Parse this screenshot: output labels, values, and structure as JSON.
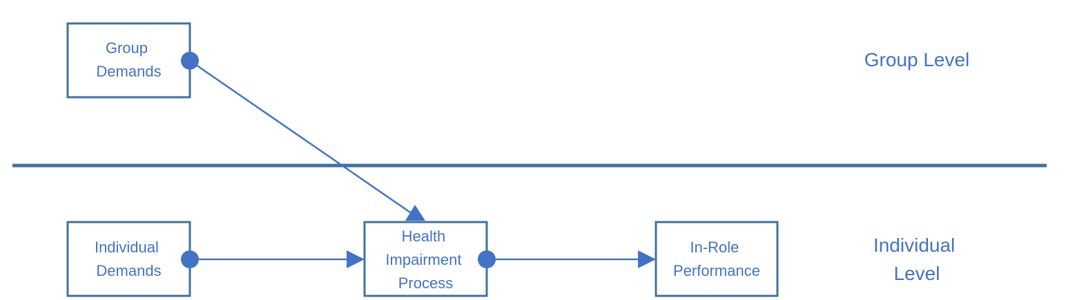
{
  "nodes": [
    {
      "id": "group-demands",
      "lines": [
        "Group",
        "Demands"
      ]
    },
    {
      "id": "individual-demands",
      "lines": [
        "Individual",
        "Demands"
      ]
    },
    {
      "id": "health-impairment-process",
      "lines": [
        "Health",
        "Impairment",
        "Process"
      ]
    },
    {
      "id": "in-role-performance",
      "lines": [
        "In-Role",
        "Performance"
      ]
    }
  ],
  "levels": {
    "group": [
      "Group Level"
    ],
    "individual": [
      "Individual",
      "Level"
    ]
  },
  "edges": [
    {
      "from": "group-demands",
      "to": "health-impairment-process"
    },
    {
      "from": "individual-demands",
      "to": "health-impairment-process"
    },
    {
      "from": "health-impairment-process",
      "to": "in-role-performance"
    }
  ],
  "colors": {
    "text": "#4472c4",
    "box_border": "#41719c",
    "divider": "#41719c",
    "arrow": "#4472c4"
  }
}
